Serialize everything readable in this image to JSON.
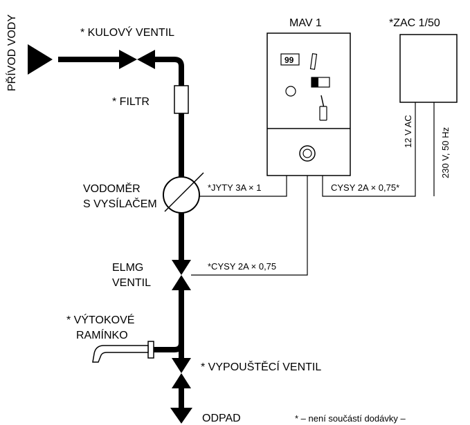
{
  "labels": {
    "inlet": "PŘÍVOD VODY",
    "ball_valve": "* KULOVÝ VENTIL",
    "filter": "* FILTR",
    "meter_line1": "VODOMĚR",
    "meter_line2": "S VYSÍLAČEM",
    "solenoid_line1": "ELMG",
    "solenoid_line2": "VENTIL",
    "spout_line1": "* VÝTOKOVÉ",
    "spout_line2": "RAMÍNKO",
    "drain_valve": "* VYPOUŠTĚCÍ VENTIL",
    "drain": "ODPAD",
    "mav": "MAV 1",
    "zac": "*ZAC 1/50",
    "cable_meter": "*JYTY 3A × 1",
    "cable_right": "CYSY 2A × 0,75*",
    "cable_solenoid": "*CYSY 2A × 0,75",
    "supply_12v": "12 V AC",
    "supply_230v": "230 V, 50 Hz",
    "display": "99",
    "footnote": "* – není součástí dodávky –"
  }
}
